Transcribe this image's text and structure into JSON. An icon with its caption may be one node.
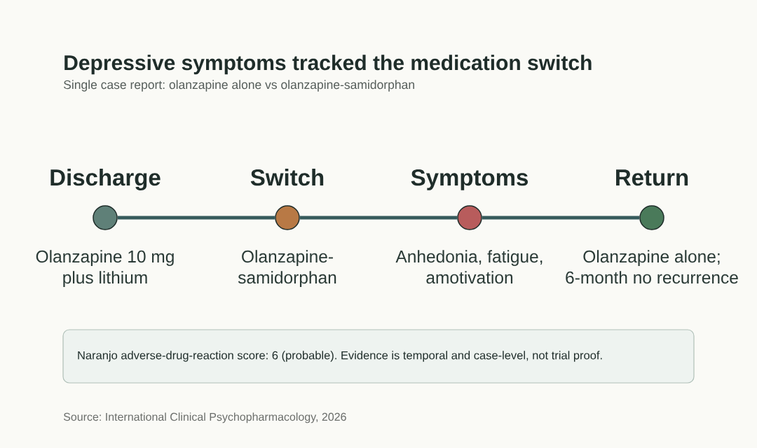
{
  "diagram": {
    "title": "Depressive symptoms tracked the medication switch",
    "nodes": [
      {
        "text": [
          "Discharge"
        ],
        "beside": [
          "Olanzapine 10 mg plus lithium"
        ]
      },
      {
        "text": [
          "Switch"
        ],
        "beside": [
          "Olanzapine-samidorphan"
        ]
      },
      {
        "text": [
          "Symptoms"
        ],
        "beside": [
          "Anhedonia, fatigue, amotivation"
        ]
      },
      {
        "text": [
          "Return"
        ],
        "beside": [
          "Olanzapine alone; 6-month no recurrence"
        ]
      },
      {
        "text": [
          "Naranjo adverse-drug-reaction score: 6 (probable). Evidence is temporal and case-level, not trial proof."
        ]
      }
    ],
    "edges": [
      {
        "from": 0,
        "to": 1,
        "arrow": "none"
      },
      {
        "from": 1,
        "to": 2,
        "arrow": "none"
      },
      {
        "from": 2,
        "to": 3,
        "arrow": "none"
      }
    ],
    "labels": [
      "Single case report: olanzapine alone vs olanzapine-samidorphan",
      "Source: International Clinical Psychopharmacology, 2026"
    ]
  }
}
